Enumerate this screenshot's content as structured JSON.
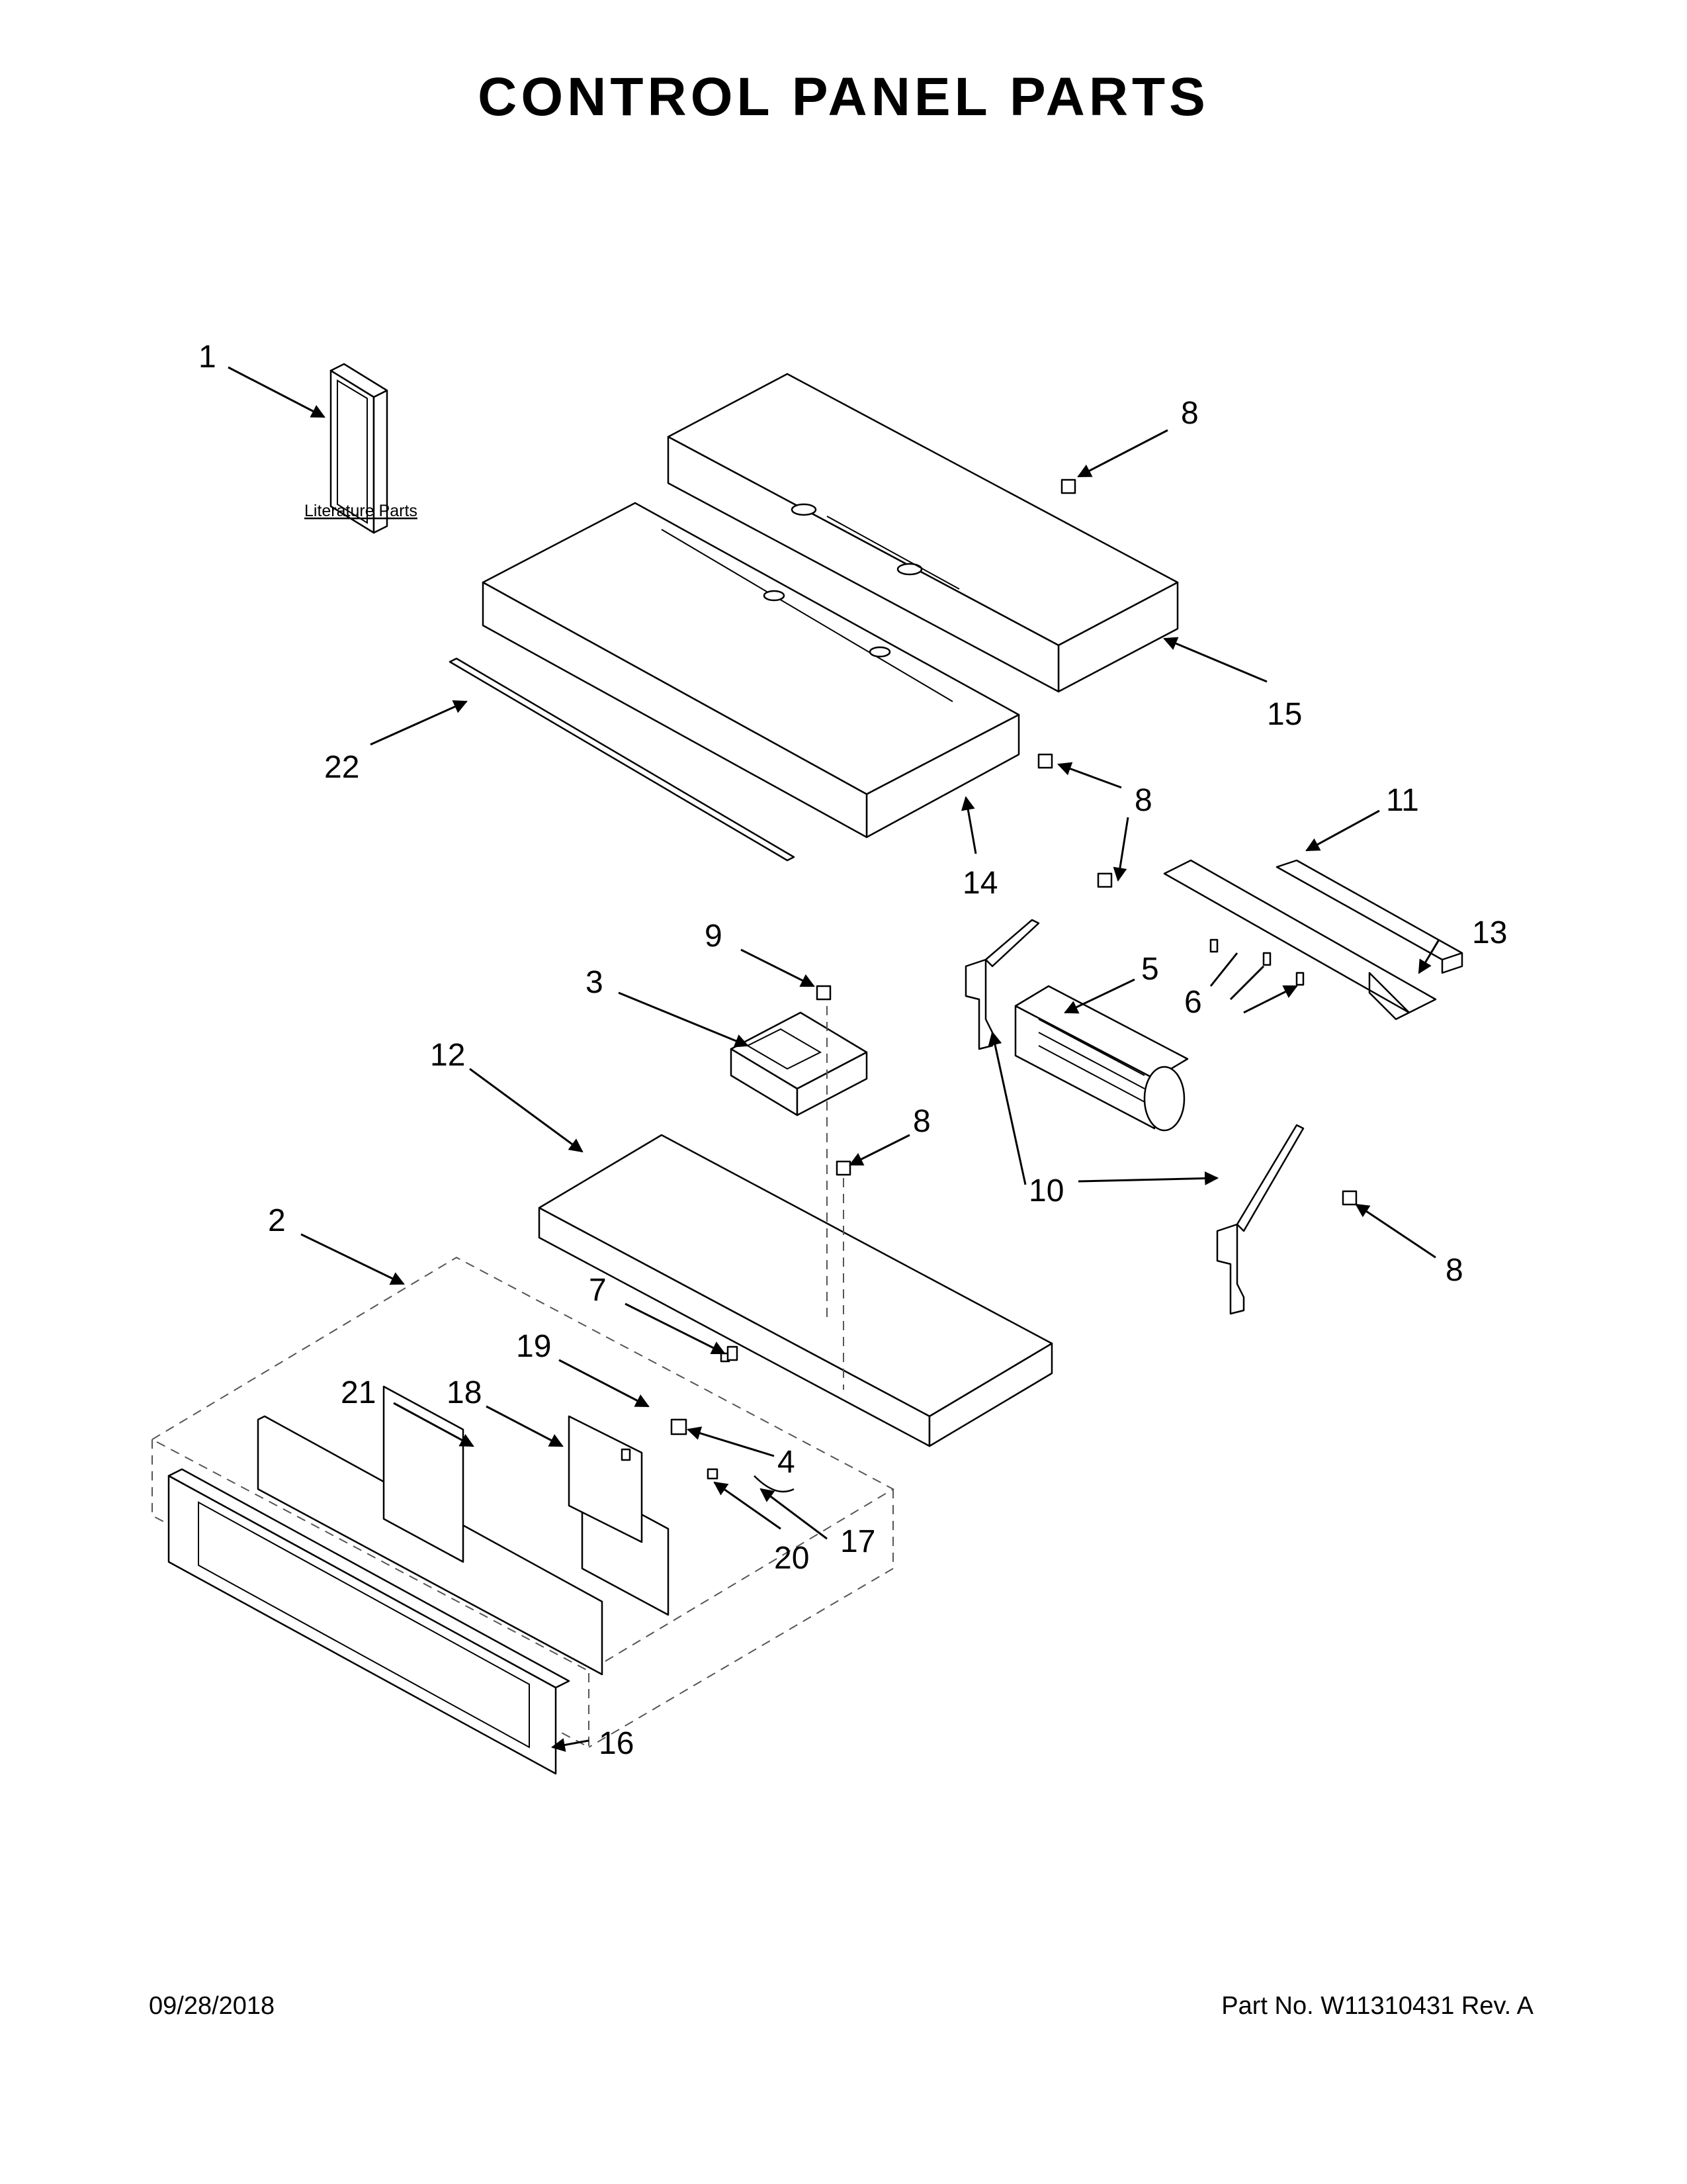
{
  "title": "CONTROL PANEL PARTS",
  "literature_label": "Literature Parts",
  "footer": {
    "date": "09/28/2018",
    "part_number": "Part No.  W11310431  Rev.  A"
  },
  "callouts": {
    "c1": "1",
    "c2": "2",
    "c3": "3",
    "c4": "4",
    "c5": "5",
    "c6": "6",
    "c7": "7",
    "c8a": "8",
    "c8b": "8",
    "c8c": "8",
    "c8d": "8",
    "c9": "9",
    "c10": "10",
    "c11": "11",
    "c12": "12",
    "c13": "13",
    "c14": "14",
    "c15": "15",
    "c16": "16",
    "c17": "17",
    "c18": "18",
    "c19": "19",
    "c20": "20",
    "c21": "21",
    "c22": "22"
  }
}
